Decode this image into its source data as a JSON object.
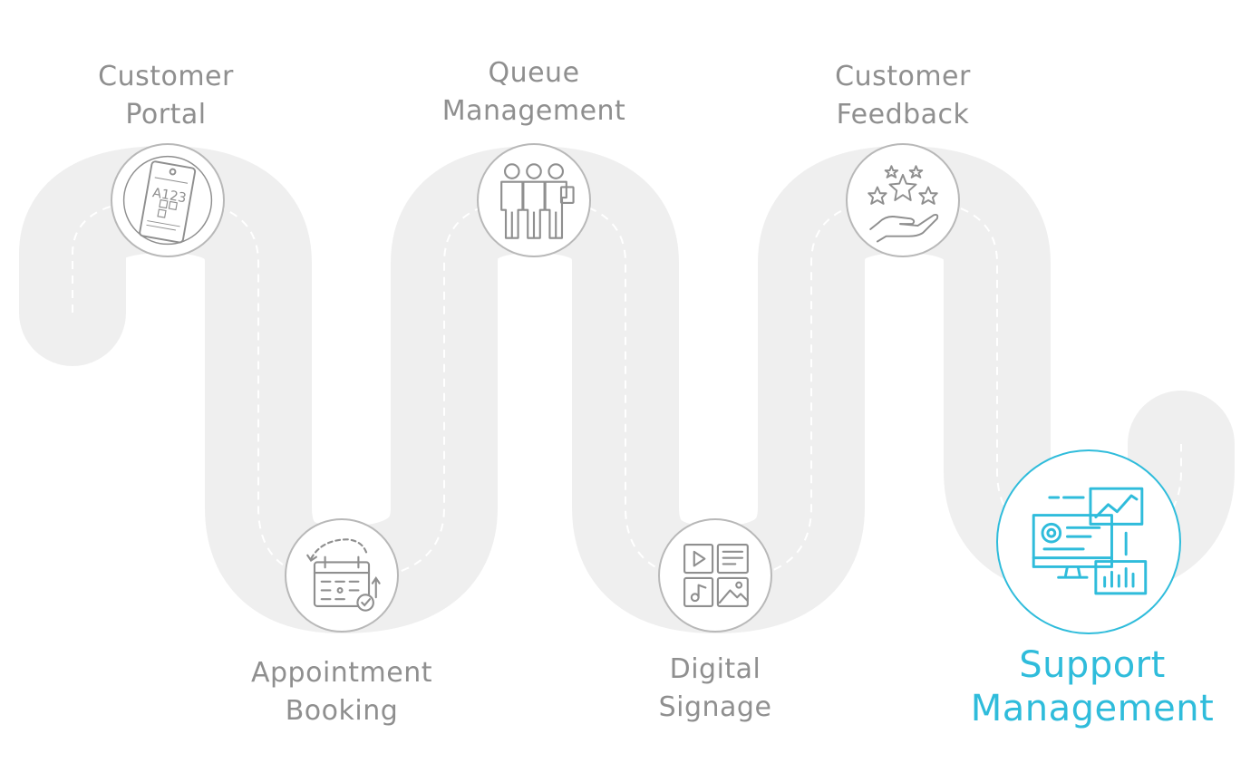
{
  "steps": [
    {
      "line1": "Customer",
      "line2": "Portal",
      "icon": "ticket-icon",
      "ticket_number": "A123"
    },
    {
      "line1": "Appointment",
      "line2": "Booking",
      "icon": "calendar-icon"
    },
    {
      "line1": "Queue",
      "line2": "Management",
      "icon": "people-queue-icon"
    },
    {
      "line1": "Digital",
      "line2": "Signage",
      "icon": "media-grid-icon"
    },
    {
      "line1": "Customer",
      "line2": "Feedback",
      "icon": "stars-hand-icon"
    },
    {
      "line1": "Support",
      "line2": "Management",
      "icon": "monitor-analytics-icon"
    }
  ],
  "colors": {
    "path": "#efefef",
    "dash": "#ffffff",
    "inactive": "#8f8f8f",
    "active": "#2fbcdb",
    "ring": "#b8b8b8"
  }
}
